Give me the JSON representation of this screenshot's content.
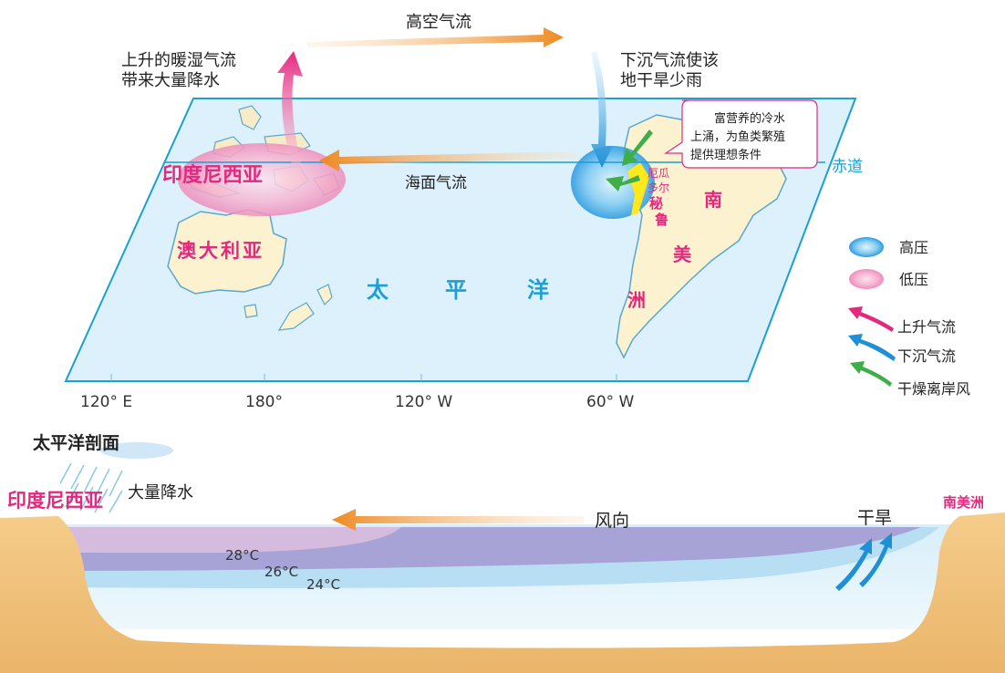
{
  "map": {
    "upper_air_flow": "高空气流",
    "rising_air_note": [
      "上升的暖湿气流",
      "带来大量降水"
    ],
    "sinking_air_note": [
      "下沉气流使该",
      "地干旱少雨"
    ],
    "upwelling_note": [
      "富营养的冷水",
      "上涌，为鱼类繁殖",
      "提供理想条件"
    ],
    "equator": "赤道",
    "surface_flow": "海面气流",
    "indonesia": "印度尼西亚",
    "australia": "澳大利亚",
    "pacific_chars": [
      "太",
      "平",
      "洋"
    ],
    "south_america_chars": [
      "南",
      "美",
      "洲"
    ],
    "ecuador_chars": [
      "厄瓜",
      "多尔"
    ],
    "peru_chars": [
      "秘",
      "鲁"
    ],
    "longitudes": [
      "120° E",
      "180°",
      "120° W",
      "60° W"
    ]
  },
  "legend": {
    "items": [
      {
        "label": "高压",
        "icon": "high-pressure-icon",
        "color": "#41a9e6"
      },
      {
        "label": "低压",
        "icon": "low-pressure-icon",
        "color": "#f2a3c8"
      },
      {
        "label": "上升气流",
        "icon": "rising-air-arrow-icon",
        "color": "#e3287e"
      },
      {
        "label": "下沉气流",
        "icon": "sinking-air-arrow-icon",
        "color": "#1f8fd6"
      },
      {
        "label": "干燥离岸风",
        "icon": "dry-offshore-wind-arrow-icon",
        "color": "#3fae49"
      }
    ]
  },
  "section": {
    "title": "太平洋剖面",
    "indonesia": "印度尼西亚",
    "heavy_rain": "大量降水",
    "wind_direction": "风向",
    "drought": "干旱",
    "south_america": "南美洲",
    "isotherms": [
      "28°C",
      "26°C",
      "24°C"
    ]
  },
  "colors": {
    "pink_label": "#e3287e",
    "ocean": "#d9f0fb",
    "land": "#fcf2cf",
    "arrow_orange": "#f08a24",
    "watermark": "#f3f4f6"
  }
}
